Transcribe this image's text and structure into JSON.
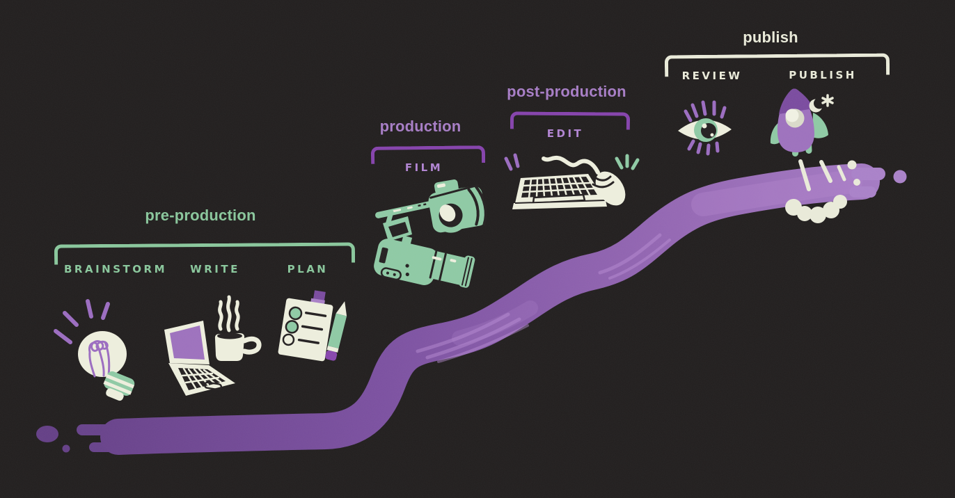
{
  "illustration": {
    "background_color": "#211e1e",
    "path_color_start": "#643f86",
    "path_color_end": "#a981c8",
    "green_accent": "#8bc79d",
    "cream_accent": "#e9ead9",
    "purple_accent": "#8746ad"
  },
  "stages": [
    {
      "title": "pre-production",
      "title_color": "#8bc79d",
      "steps": [
        "BRAINSTORM",
        "WRITE",
        "PLAN"
      ],
      "icons": [
        "lightbulb-icon",
        "laptop-icon",
        "coffee-mug-icon",
        "checklist-icon",
        "pencil-icon"
      ]
    },
    {
      "title": "production",
      "title_color": "#a87fc6",
      "steps": [
        "FILM"
      ],
      "icons": [
        "video-camera-icon",
        "photo-camera-icon"
      ]
    },
    {
      "title": "post-production",
      "title_color": "#a87fc6",
      "steps": [
        "EDIT"
      ],
      "icons": [
        "keyboard-icon",
        "mouse-icon"
      ]
    },
    {
      "title": "publish",
      "title_color": "#e9ead9",
      "steps": [
        "REVIEW",
        "PUBLISH"
      ],
      "icons": [
        "eye-icon",
        "rocket-icon",
        "crescent-moon-icon",
        "star-icon",
        "smoke-cloud-icon"
      ]
    }
  ]
}
